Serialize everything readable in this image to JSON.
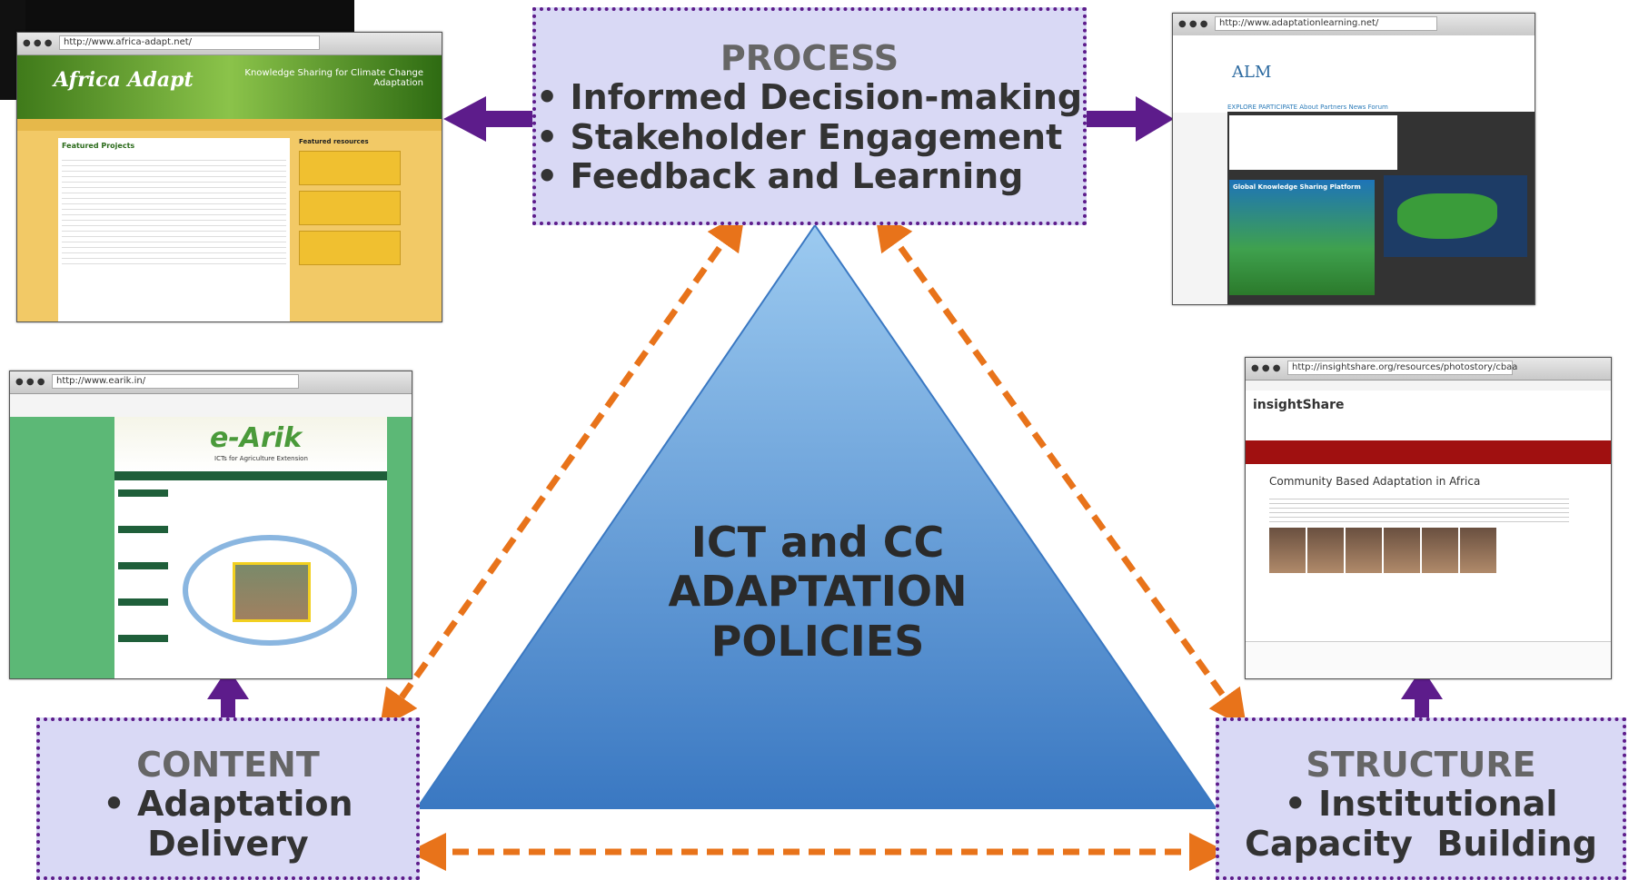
{
  "triangle": {
    "lines": [
      "ICT and CC",
      "ADAPTATION",
      "POLICIES"
    ]
  },
  "process": {
    "title": "PROCESS",
    "bullets": [
      "• Informed Decision-making",
      "• Stakeholder Engagement",
      "• Feedback and Learning"
    ]
  },
  "content": {
    "title": "CONTENT",
    "lines": [
      "• Adaptation",
      "Delivery"
    ]
  },
  "structure": {
    "title": "STRUCTURE",
    "lines": [
      "• Institutional",
      "Capacity  Building"
    ]
  },
  "colors": {
    "box_fill": "#d9d9f5",
    "box_border": "#5d1c8b",
    "arrow_purple": "#5d1c8b",
    "arrow_orange": "#e8731a",
    "triangle_top": "#9ccaf0",
    "triangle_bottom": "#3a78c2"
  },
  "screenshots": {
    "africa_adapt": {
      "url": "http://www.africa-adapt.net/",
      "logo": "Africa Adapt",
      "tagline": "Knowledge Sharing for Climate Change Adaptation",
      "section": "Featured Projects",
      "side_title": "Featured resources"
    },
    "alm": {
      "url": "http://www.adaptationlearning.net/",
      "logo": "ALM",
      "nav": "EXPLORE   PARTICIPATE   About   Partners   News   Forum",
      "panel": "Global Knowledge Sharing Platform"
    },
    "earik": {
      "url": "http://www.earik.in/",
      "window_title": "Welcome to earik",
      "logo": "e-Arik",
      "subtitle": "ICTs for Agriculture Extension"
    },
    "insightshare": {
      "url": "http://insightshare.org/resources/photostory/cbaa",
      "logo": "insightShare",
      "heading": "Community Based Adaptation in Africa"
    }
  }
}
